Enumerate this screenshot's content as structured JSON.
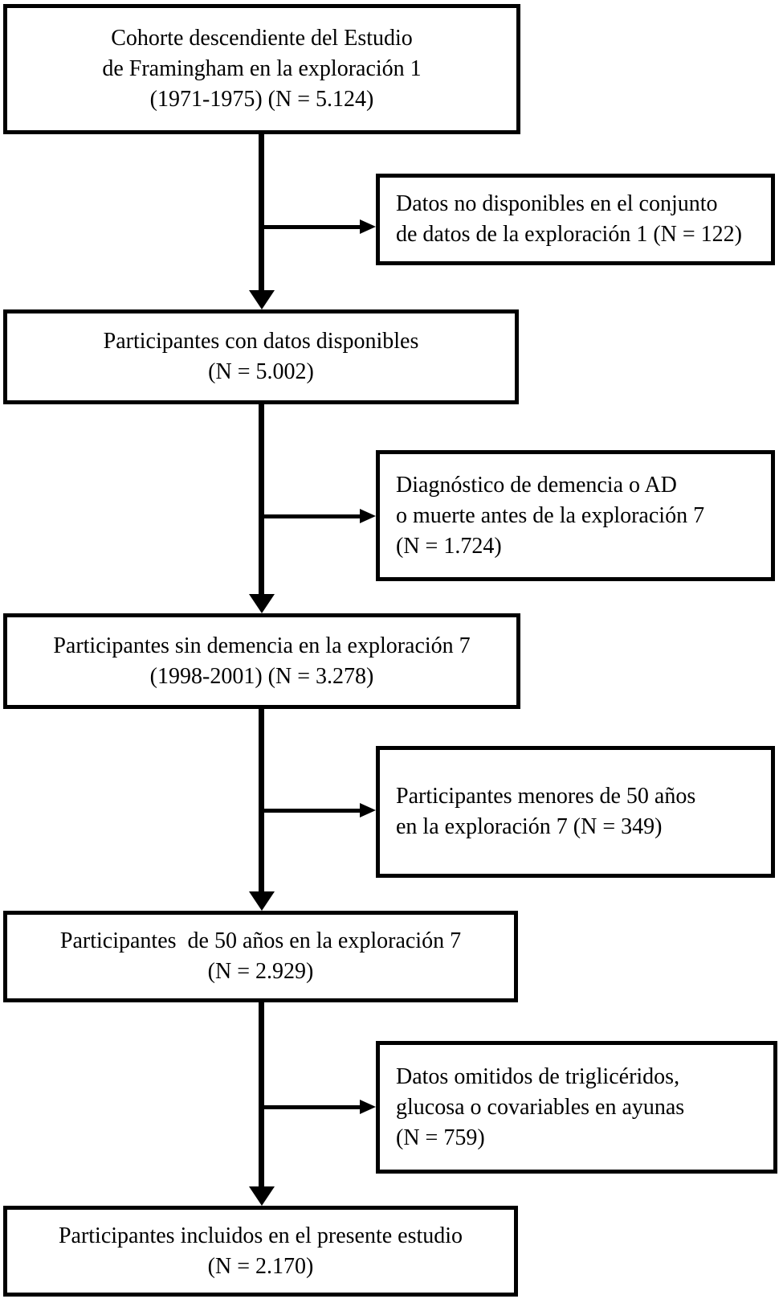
{
  "colors": {
    "line": "#000000",
    "background": "#ffffff",
    "text": "#000000"
  },
  "flow": {
    "main_boxes": [
      {
        "lines": [
          "Cohorte descendiente del Estudio",
          "de Framingham en la exploración 1",
          "(1971-1975) (N = 5.124)"
        ]
      },
      {
        "lines": [
          "Participantes con datos disponibles",
          "(N = 5.002)"
        ]
      },
      {
        "lines": [
          "Participantes sin demencia en la exploración 7",
          "(1998-2001) (N = 3.278)"
        ]
      },
      {
        "lines": [
          "Participantes  de 50 años en la exploración 7",
          "(N = 2.929)"
        ]
      },
      {
        "lines": [
          "Participantes incluidos en el presente estudio",
          "(N = 2.170)"
        ]
      }
    ],
    "exclusion_boxes": [
      {
        "lines": [
          "Datos no disponibles en el conjunto",
          "de datos de la exploración 1 (N = 122)"
        ]
      },
      {
        "lines": [
          "Diagnóstico de demencia o AD",
          "o muerte antes de la exploración 7",
          "(N = 1.724)"
        ]
      },
      {
        "lines": [
          "Participantes menores de 50 años",
          "en la exploración 7 (N = 349)"
        ]
      },
      {
        "lines": [
          "Datos omitidos de triglicéridos,",
          "glucosa o covariables en ayunas",
          "(N = 759)"
        ]
      }
    ]
  }
}
